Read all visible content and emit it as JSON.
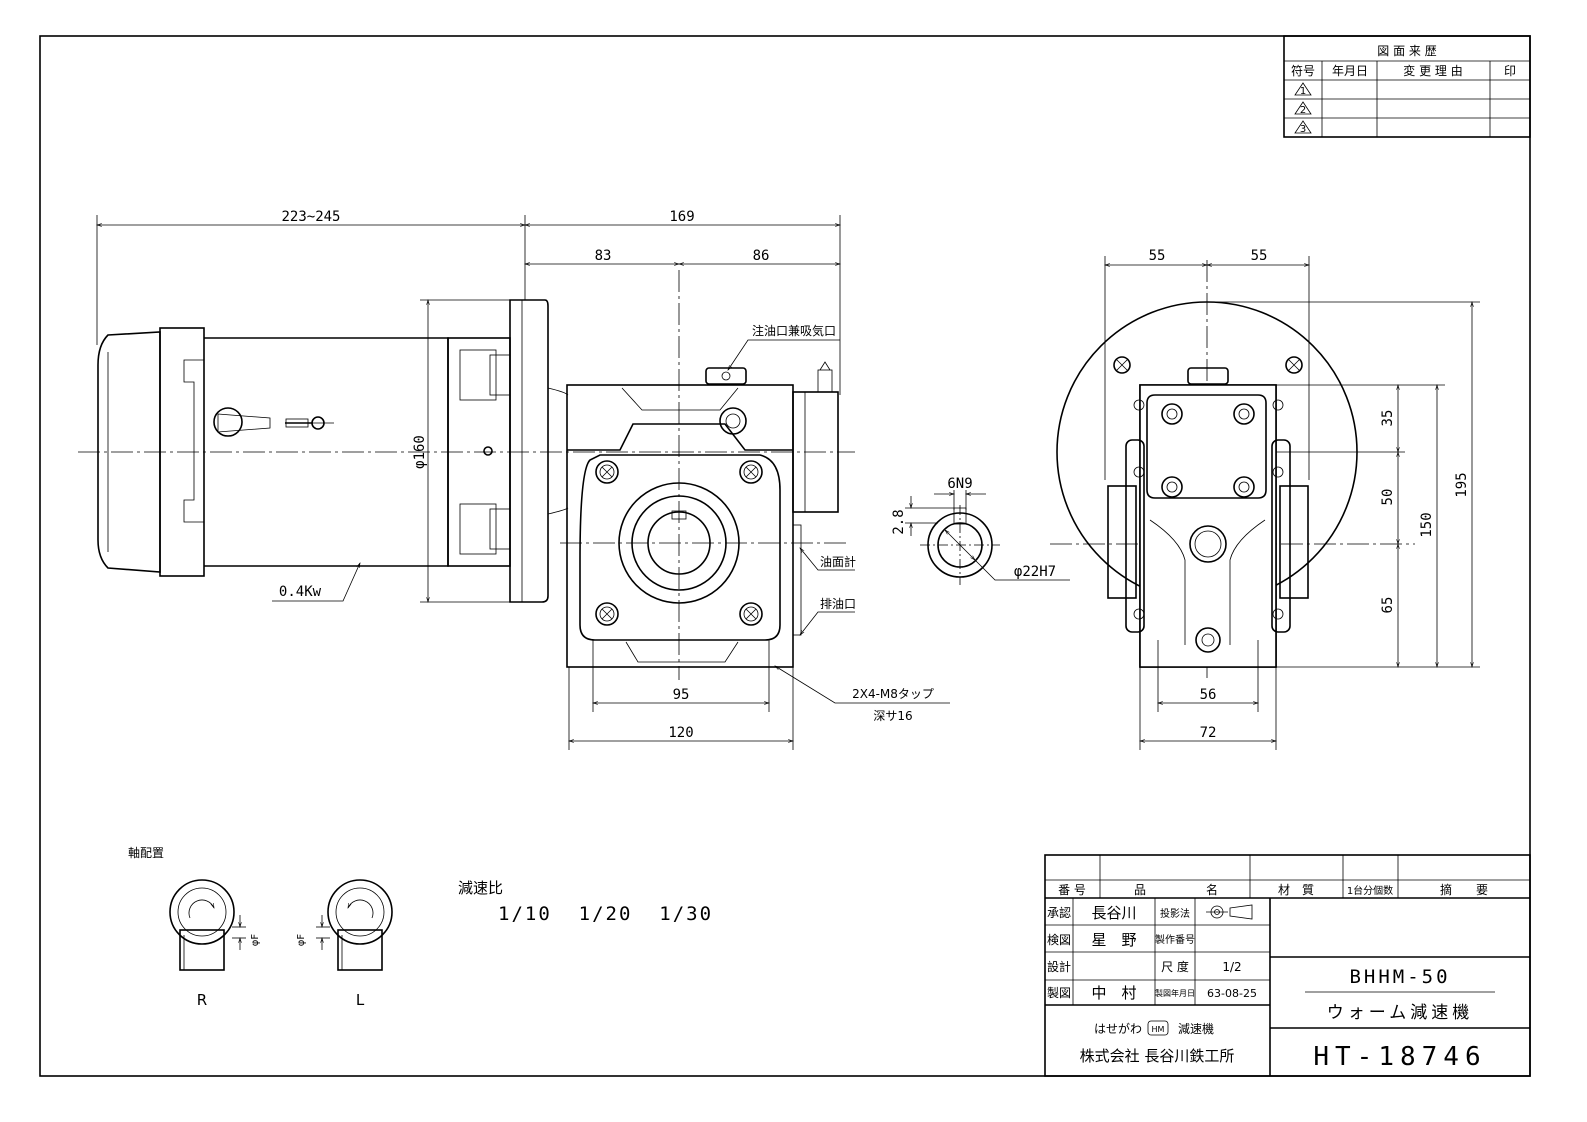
{
  "revision_table": {
    "title": "図 面 来 歴",
    "headers": [
      "符号",
      "年月日",
      "変 更 理 由",
      "印"
    ],
    "symbols": [
      "1",
      "2",
      "3"
    ]
  },
  "dimensions": {
    "motor_length": "223~245",
    "gearbox_length": "169",
    "left_half": "83",
    "right_half": "86",
    "flange_dia": "φ160",
    "power": "0.4Kw",
    "base_95": "95",
    "base_120": "120",
    "tap_label": "2X4-M8タップ",
    "tap_depth": "深サ16",
    "oil_inlet": "注油口兼吸気口",
    "oil_gauge": "油面計",
    "oil_drain": "排油口",
    "key_width": "6N9",
    "key_depth": "2.8",
    "bore": "φ22H7",
    "side_left": "55",
    "side_right": "55",
    "side_56": "56",
    "side_72": "72",
    "side_35": "35",
    "side_50": "50",
    "side_65": "65",
    "side_150": "150",
    "side_195": "195"
  },
  "shaft": {
    "title": "軸配置",
    "r_label": "R",
    "l_label": "L",
    "phi_f": "φF"
  },
  "reduction": {
    "title": "減速比",
    "ratios": "1/10  1/20  1/30"
  },
  "title_block": {
    "h_number": "番 号",
    "h_name1": "品",
    "h_name2": "名",
    "h_material": "材　質",
    "h_qty": "1台分個数",
    "h_note": "摘　　要",
    "approve": "承認",
    "approve_name": "長谷川",
    "check": "検図",
    "check_name": "星　野",
    "design": "設計",
    "draft": "製図",
    "draft_name": "中　村",
    "projection": "投影法",
    "mfg_no": "製作番号",
    "scale_label": "尺 度",
    "scale_value": "1/2",
    "date_label": "製図年月日",
    "date_value": "63-08-25",
    "model": "BHHM-50",
    "product": "ウォーム減速機",
    "company1": "はせがわ",
    "company_mark": "HM",
    "company1b": "減速機",
    "company2": "株式会社 長谷川鉄工所",
    "drawing_no": "HT-18746"
  }
}
